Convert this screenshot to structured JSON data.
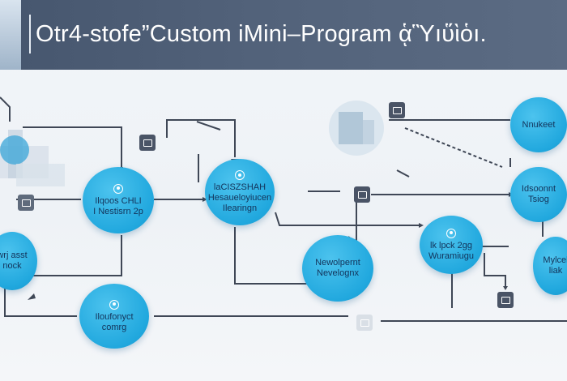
{
  "header": {
    "title": "Otr4-stofe”Custom iMini–Program ᾁὛıὕὶὁı."
  },
  "nodes": [
    {
      "id": "n1",
      "line1": "Ilqoos CHLI",
      "line2": "I Nestisrn 2p"
    },
    {
      "id": "n2",
      "line1": "laCISZSHAH",
      "line2": "Hesaueloyiucen\nIlearingn"
    },
    {
      "id": "n3",
      "line1": "Newolpernt",
      "line2": "Nevelognx"
    },
    {
      "id": "n4",
      "line1": "lk lpck 2gg",
      "line2": "Wuramiugu"
    },
    {
      "id": "n5",
      "line1": "Nnukeet",
      "line2": ""
    },
    {
      "id": "n6",
      "line1": "Idsoonnt",
      "line2": "Tsiog"
    },
    {
      "id": "n7",
      "line1": "wrj asst",
      "line2": "nock"
    },
    {
      "id": "n8",
      "line1": "Iloufonyct",
      "line2": "comrg"
    },
    {
      "id": "n9",
      "line1": "Mylcel",
      "line2": "liak"
    }
  ],
  "colors": {
    "node_fill": "#21a8de",
    "node_text": "#13335a",
    "connector": "#3f4756",
    "header_bg": "#4e5e76"
  },
  "icons": [
    "gear-icon",
    "screen-icon",
    "phone-icon",
    "document-icon",
    "device-icon"
  ]
}
